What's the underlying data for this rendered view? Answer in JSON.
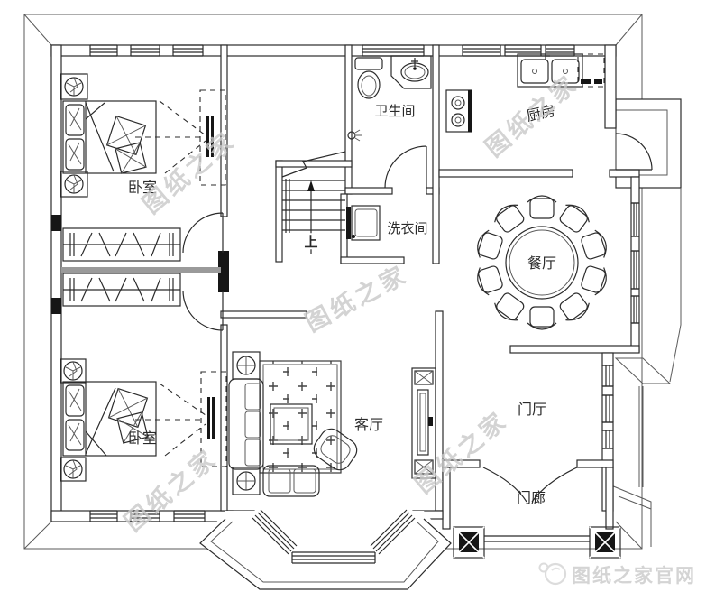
{
  "plan": {
    "rooms": [
      {
        "id": "bedroom-top",
        "label": "卧室"
      },
      {
        "id": "bedroom-bottom",
        "label": "卧室"
      },
      {
        "id": "bathroom",
        "label": "卫生间"
      },
      {
        "id": "laundry",
        "label": "洗衣间"
      },
      {
        "id": "kitchen",
        "label": "厨房"
      },
      {
        "id": "dining",
        "label": "餐厅"
      },
      {
        "id": "living",
        "label": "客厅"
      },
      {
        "id": "foyer",
        "label": "门厅"
      },
      {
        "id": "porch",
        "label": "门廊"
      }
    ],
    "stair_label": "上",
    "watermark_text": "图纸之家",
    "colors": {
      "line": "#2b2b2b",
      "divider_gray": "#9a9a9a",
      "watermark": "#c9c9c9",
      "footer_text": "#d4d4d4",
      "background": "#ffffff"
    }
  },
  "footer": {
    "site_name": "图纸之家官网"
  }
}
